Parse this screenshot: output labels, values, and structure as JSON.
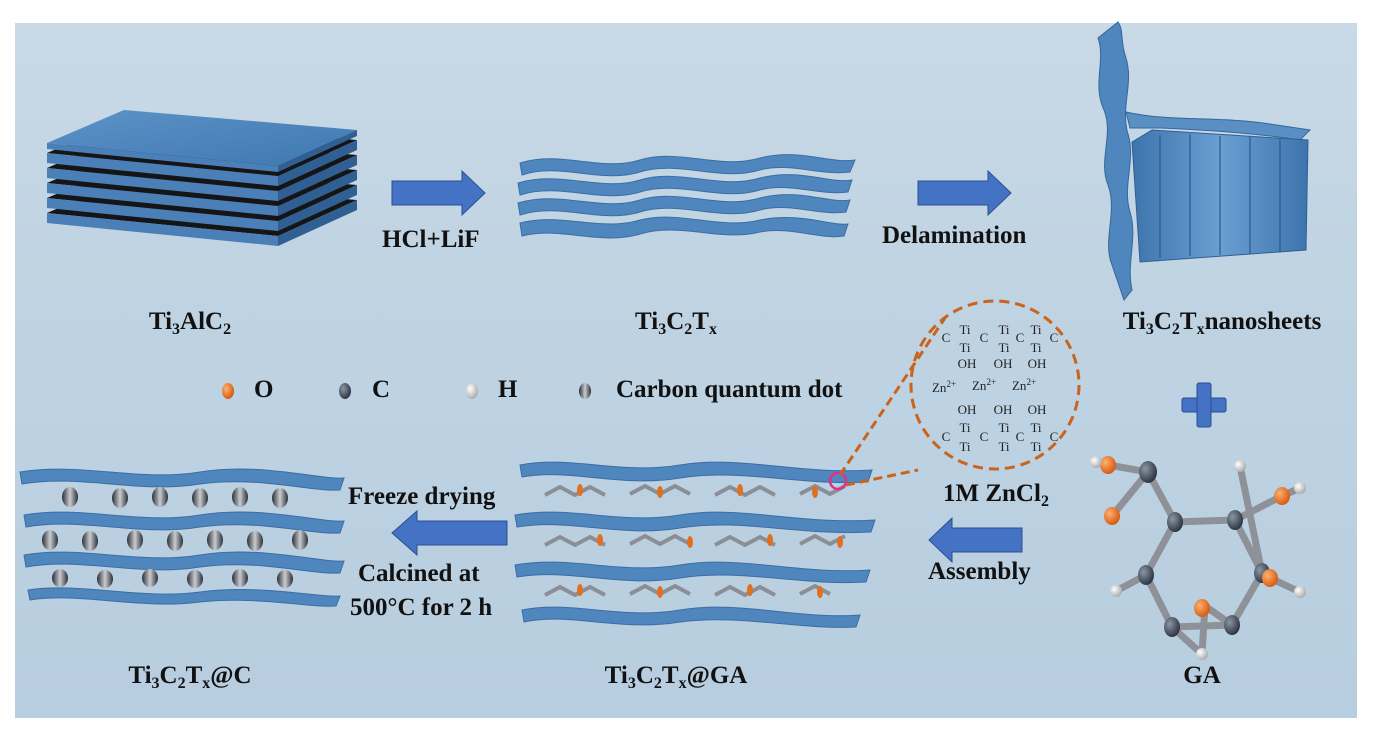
{
  "labels": {
    "ti3alc2": {
      "a": "Ti",
      "s1": "3",
      "b": "AlC",
      "s2": "2"
    },
    "ti3c2tx": {
      "a": "Ti",
      "s1": "3",
      "b": "C",
      "s2": "2",
      "c": "T",
      "s3": "x"
    },
    "nanosheets": {
      "a": "Ti",
      "s1": "3",
      "b": "C",
      "s2": "2",
      "c": "T",
      "s3": "x",
      "d": "nanosheets"
    },
    "ti3c2tx_c": {
      "a": "Ti",
      "s1": "3",
      "b": "C",
      "s2": "2",
      "c": "T",
      "s3": "x",
      "d": "@C"
    },
    "ti3c2tx_ga": {
      "a": "Ti",
      "s1": "3",
      "b": "C",
      "s2": "2",
      "c": "T",
      "s3": "x",
      "d": "@GA"
    },
    "ga": "GA"
  },
  "steps": {
    "etch": "HCl+LiF",
    "delamination": "Delamination",
    "zncl2": {
      "a": "1M ZnCl",
      "s": "2"
    },
    "assembly": "Assembly",
    "freeze": "Freeze drying",
    "calcined1": "Calcined at",
    "calcined2": "500°C for 2 h"
  },
  "legend": {
    "o": "O",
    "c": "C",
    "h": "H",
    "cqd": "Carbon quantum dot"
  },
  "zoom": {
    "ti": "Ti",
    "c": "C",
    "oh": "OH",
    "zn": "Zn",
    "zn_charge": "2+"
  },
  "colors": {
    "sheet": "#4f86bd",
    "arrow": "#4472c4",
    "oxygen": "#e07020",
    "carbon": "#3a4250",
    "hydrogen": "#dcdcdc",
    "plus": "#4472c4",
    "zoom_circle": "#c8641e"
  }
}
